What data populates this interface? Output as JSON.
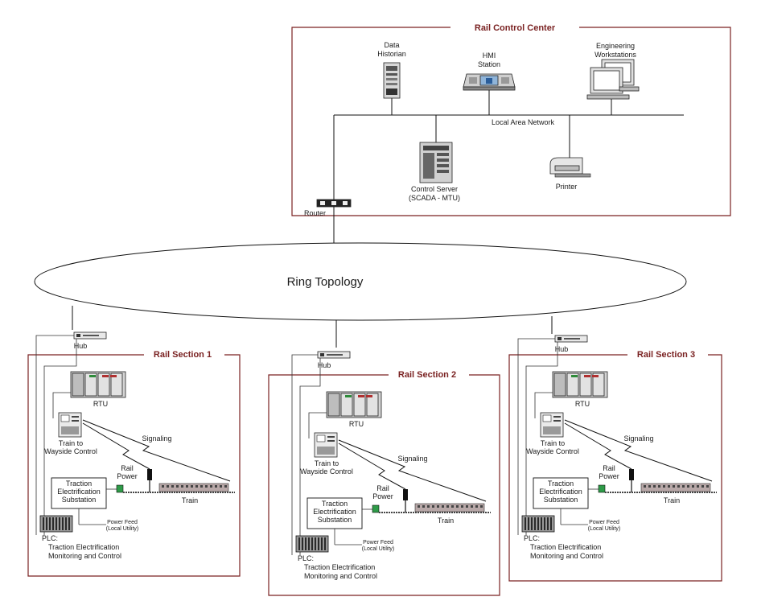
{
  "control_center": {
    "title": "Rail Control Center",
    "data_historian": [
      "Data",
      "Historian"
    ],
    "hmi": [
      "HMI",
      "Station"
    ],
    "engineering": [
      "Engineering",
      "Workstations"
    ],
    "lan": "Local Area Network",
    "control_server": [
      "Control Server",
      "(SCADA - MTU)"
    ],
    "printer": "Printer",
    "router": "Router"
  },
  "ring": {
    "label": "Ring Topology"
  },
  "sections": [
    {
      "title": "Rail Section 1",
      "hub": "Hub",
      "rtu": "RTU",
      "wayside": [
        "Train to",
        "Wayside Control"
      ],
      "signaling": "Signaling",
      "rail_power": [
        "Rail",
        "Power"
      ],
      "substation": [
        "Traction",
        "Electrification",
        "Substation"
      ],
      "train": "Train",
      "power_feed": [
        "Power Feed",
        "(Local Utility)"
      ],
      "plc": [
        "PLC:",
        "Traction Electrification",
        "Monitoring and Control"
      ]
    },
    {
      "title": "Rail Section 2",
      "hub": "Hub",
      "rtu": "RTU",
      "wayside": [
        "Train to",
        "Wayside Control"
      ],
      "signaling": "Signaling",
      "rail_power": [
        "Rail",
        "Power"
      ],
      "substation": [
        "Traction",
        "Electrification",
        "Substation"
      ],
      "train": "Train",
      "power_feed": [
        "Power Feed",
        "(Local Utility)"
      ],
      "plc": [
        "PLC:",
        "Traction Electrification",
        "Monitoring and Control"
      ]
    },
    {
      "title": "Rail Section 3",
      "hub": "Hub",
      "rtu": "RTU",
      "wayside": [
        "Train to",
        "Wayside Control"
      ],
      "signaling": "Signaling",
      "rail_power": [
        "Rail",
        "Power"
      ],
      "substation": [
        "Traction",
        "Electrification",
        "Substation"
      ],
      "train": "Train",
      "power_feed": [
        "Power Feed",
        "(Local Utility)"
      ],
      "plc": [
        "PLC:",
        "Traction Electrification",
        "Monitoring and Control"
      ]
    }
  ]
}
